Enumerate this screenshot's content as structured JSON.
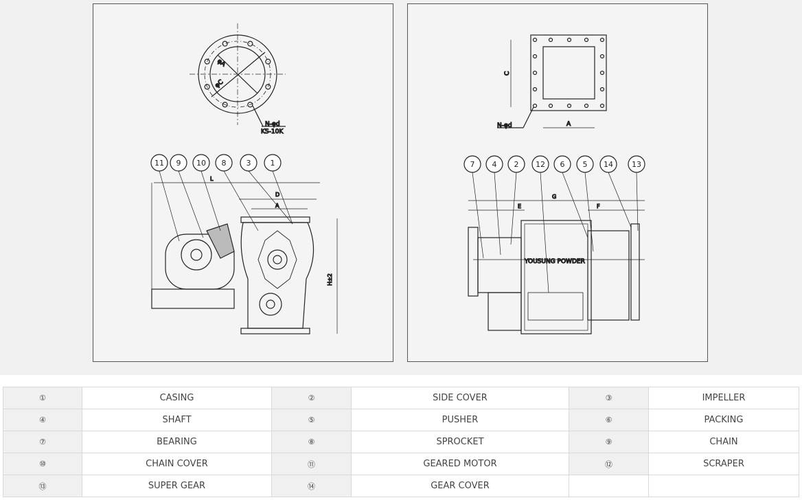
{
  "drawing_left": {
    "flange_labels": {
      "phi_a": "φA",
      "phi_c": "φC",
      "n_d": "N-φd",
      "standard": "KS-10K"
    },
    "dims": {
      "l": "L",
      "d": "D",
      "a": "A",
      "h": "H±2"
    },
    "balloons": [
      "11",
      "9",
      "10",
      "8",
      "3",
      "1"
    ]
  },
  "drawing_right": {
    "flange_labels": {
      "c": "C",
      "a": "A",
      "n_d": "N-φd"
    },
    "dims": {
      "e": "E",
      "g": "G",
      "f": "F"
    },
    "brand": "YOUSUNG POWDER",
    "balloons": [
      "7",
      "4",
      "2",
      "12",
      "6",
      "5",
      "14",
      "13"
    ]
  },
  "parts": [
    [
      {
        "no": "①",
        "name": "CASING"
      },
      {
        "no": "②",
        "name": "SIDE COVER"
      },
      {
        "no": "③",
        "name": "IMPELLER"
      }
    ],
    [
      {
        "no": "④",
        "name": "SHAFT"
      },
      {
        "no": "⑤",
        "name": "PUSHER"
      },
      {
        "no": "⑥",
        "name": "PACKING"
      }
    ],
    [
      {
        "no": "⑦",
        "name": "BEARING"
      },
      {
        "no": "⑧",
        "name": "SPROCKET"
      },
      {
        "no": "⑨",
        "name": "CHAIN"
      }
    ],
    [
      {
        "no": "⑩",
        "name": "CHAIN COVER"
      },
      {
        "no": "⑪",
        "name": "GEARED MOTOR"
      },
      {
        "no": "⑫",
        "name": "SCRAPER"
      }
    ],
    [
      {
        "no": "⑬",
        "name": "SUPER GEAR"
      },
      {
        "no": "⑭",
        "name": "GEAR COVER"
      },
      {
        "no": "",
        "name": ""
      }
    ]
  ]
}
